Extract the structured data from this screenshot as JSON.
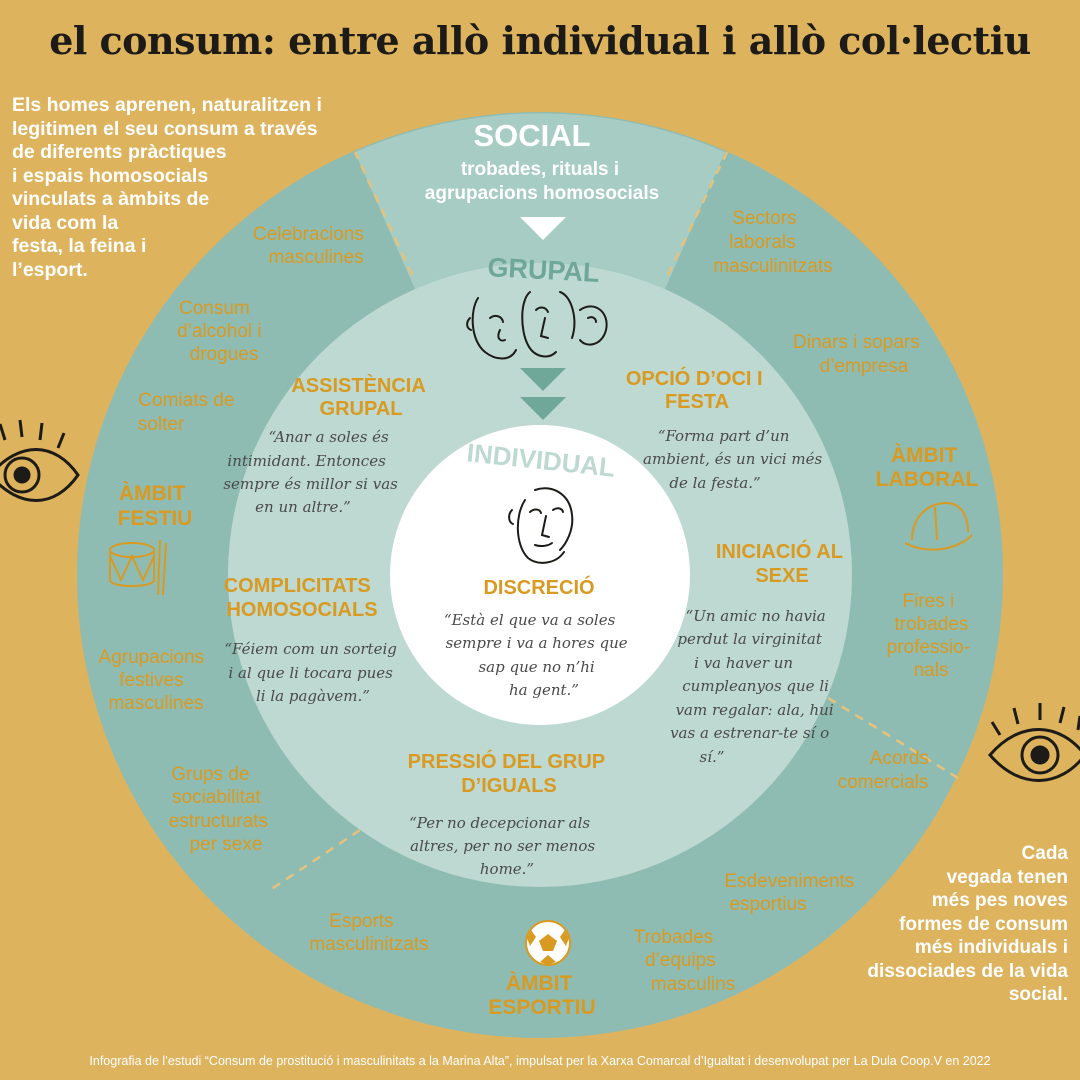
{
  "title": "el consum: entre allò individual i allò col·lectiu",
  "intro_lines": [
    "Els homes aprenen, naturalitzen i",
    "legitimen el seu consum a través",
    "de diferents pràctiques",
    "i espais homosocials",
    "vinculats a àmbits de",
    "vida com la",
    "festa, la feina i",
    "l’esport."
  ],
  "outro_lines": [
    "Cada",
    "vegada tenen",
    "més pes noves",
    "formes de consum",
    "més individuals i",
    "dissociades de la vida",
    "social."
  ],
  "footer": "Infografia de l’estudi “Consum de prostitució i masculinitats a la Marina Alta”, impulsat per la Xarxa Comarcal d’Igualtat i desenvolupat per La Dula Coop.V en 2022",
  "levels": {
    "social": {
      "label": "SOCIAL",
      "sub": [
        "trobades, rituals i",
        "agrupacions homosocials"
      ]
    },
    "grupal": "GRUPAL",
    "individual": "INDIVIDUAL"
  },
  "ambits": {
    "festiu": [
      "ÀMBIT",
      "FESTIU"
    ],
    "laboral": [
      "ÀMBIT",
      "LABORAL"
    ],
    "esportiu": [
      "ÀMBIT",
      "ESPORTIU"
    ]
  },
  "outer_items": {
    "celebracions": [
      "Celebracions",
      "masculines"
    ],
    "alcohol": [
      "Consum",
      "d’alcohol i",
      "drogues"
    ],
    "comiats": [
      "Comiats de",
      "solter"
    ],
    "agrupacions": [
      "Agrupacions",
      "festives",
      "masculines"
    ],
    "grups": [
      "Grups de",
      "sociabilitat",
      "estructurats",
      "per sexe"
    ],
    "sectors": [
      "Sectors",
      "laborals",
      "masculinitzats"
    ],
    "dinars": [
      "Dinars i sopars",
      "d’empresa"
    ],
    "fires": [
      "Fires i",
      "trobades",
      "professio-",
      "nals"
    ],
    "acords": [
      "Acords",
      "comercials"
    ],
    "esdeveniments": [
      "Esdeveniments",
      "esportius"
    ],
    "trobades_equips": [
      "Trobades",
      "d’equips",
      "masculins"
    ],
    "esports": [
      "Esports",
      "masculinitzats"
    ]
  },
  "groups": {
    "assistencia": {
      "heading": [
        "ASSISTÈNCIA",
        "GRUPAL"
      ],
      "quote": [
        "“Anar a soles és",
        "intimidant. Entonces",
        "sempre és millor si vas",
        "en un altre.”"
      ]
    },
    "oci": {
      "heading": [
        "OPCIÓ D’OCI I",
        "FESTA"
      ],
      "quote": [
        "“Forma part d’un",
        "ambient, és un vici més",
        "de la festa.”"
      ]
    },
    "complicitats": {
      "heading": [
        "COMPLICITATS",
        "HOMOSOCIALS"
      ],
      "quote": [
        "“Féiem com un sorteig",
        "i al que li tocara pues",
        "li la pagàvem.”"
      ]
    },
    "iniciacio": {
      "heading": [
        "INICIACIÓ AL",
        "SEXE"
      ],
      "quote": [
        "“Un amic no havia",
        "perdut la virginitat",
        "i va haver un",
        "cumpleanyos que li",
        "vam regalar: ala, hui",
        "vas a estrenar-te sí o",
        "sí.”"
      ]
    },
    "pressio": {
      "heading": [
        "PRESSIÓ DEL GRUP",
        "D’IGUALS"
      ],
      "quote": [
        "“Per no decepcionar als",
        "altres, per no ser menos",
        "home.”"
      ]
    },
    "discrecio": {
      "heading": [
        "DISCRECIÓ"
      ],
      "quote": [
        "“Està el que va a soles",
        "sempre i va a hores que",
        "sap que no n’hi",
        "ha gent.”"
      ]
    }
  },
  "colors": {
    "background": "#DDB35E",
    "outer_ring": "#8FBCB2",
    "middle_ring": "#BDD9D1",
    "center": "#FFFFFF",
    "accent": "#D99A22",
    "arrow_teal": "#6FA899"
  }
}
